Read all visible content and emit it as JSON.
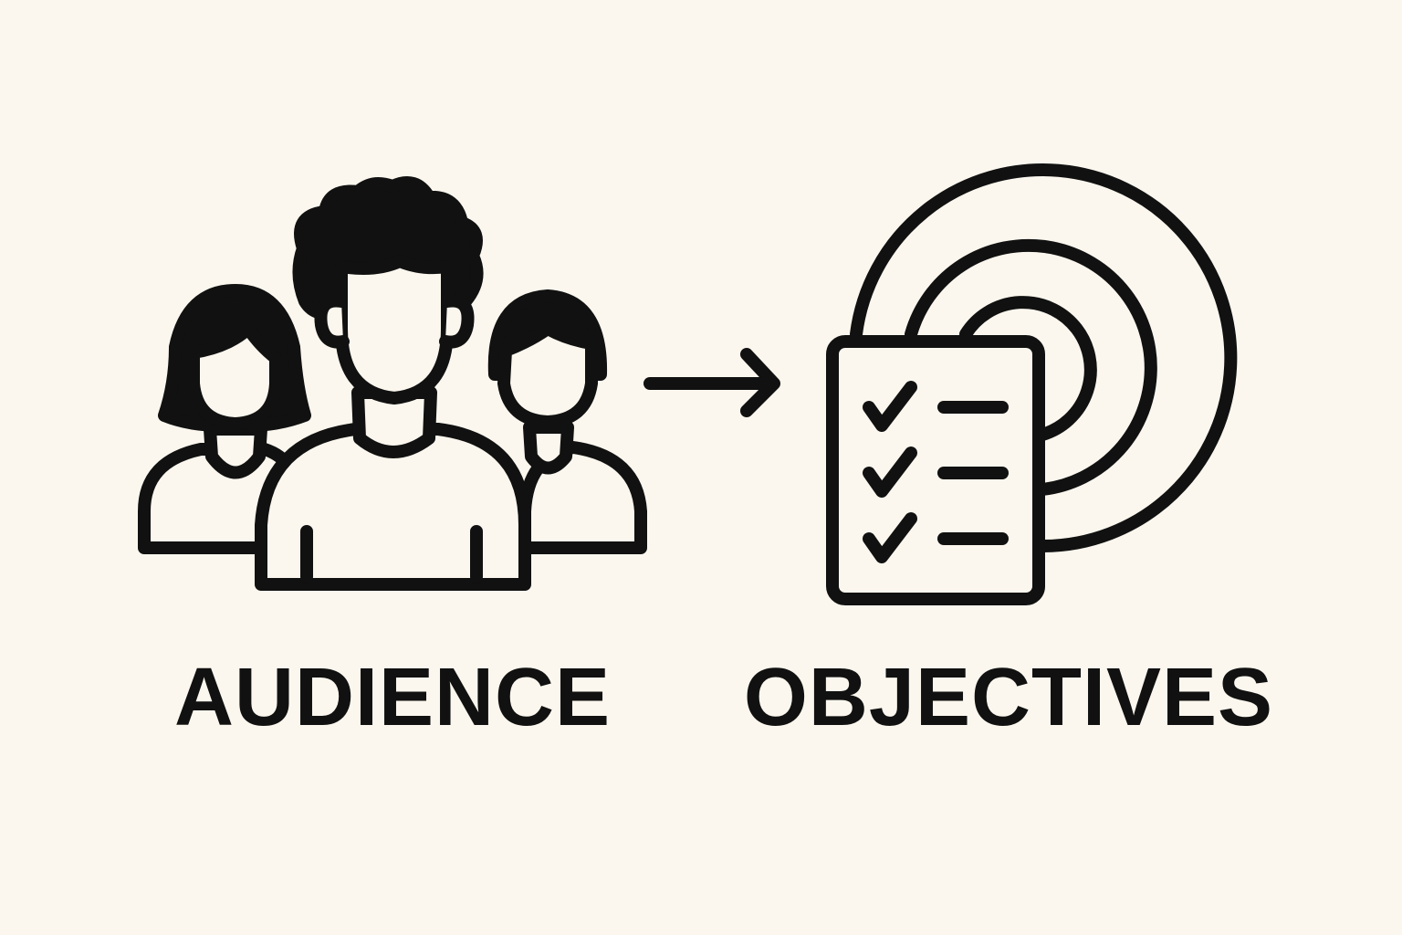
{
  "background_color": "#fbf7ee",
  "ink_color": "#111111",
  "left_node": {
    "icon": "audience-group-icon",
    "label": "AUDIENCE"
  },
  "connector": {
    "icon": "right-arrow-icon"
  },
  "right_node": {
    "icon": "objectives-checklist-target-icon",
    "label": "OBJECTIVES",
    "checklist_items": 3
  }
}
